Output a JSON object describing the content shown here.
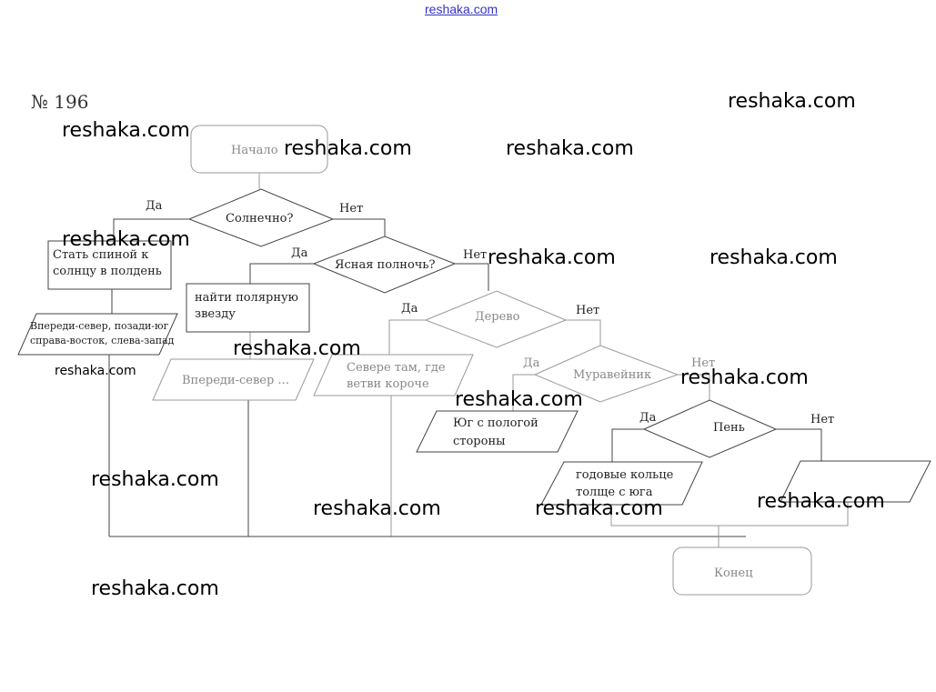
{
  "header": {
    "link": "reshaka.com",
    "problem_number": "№ 196"
  },
  "flowchart": {
    "start": "Начало",
    "end": "Конец",
    "decisions": {
      "sunny": "Солнечно?",
      "clear_midnight": "Ясная полночь?",
      "tree": "Дерево",
      "anthill": "Муравейник",
      "stump": "Пень"
    },
    "yes": "Да",
    "no": "Нет",
    "actions": {
      "back_to_sun_1": "Стать спиной к",
      "back_to_sun_2": "солнцу в полдень",
      "find_star_1": "найти полярную",
      "find_star_2": "звезду",
      "directions_1": "Впереди-север, позади-юг",
      "directions_2": "справа-восток, слева-запад",
      "north_ahead": "Впереди-север ...",
      "branches_1": "Севере там, где",
      "branches_2": "ветви короче",
      "anthill_1": "Юг с пологой",
      "anthill_2": "стороны",
      "rings_1": "годовые кольце",
      "rings_2": "толще с юга"
    }
  },
  "watermark": "reshaka.com"
}
